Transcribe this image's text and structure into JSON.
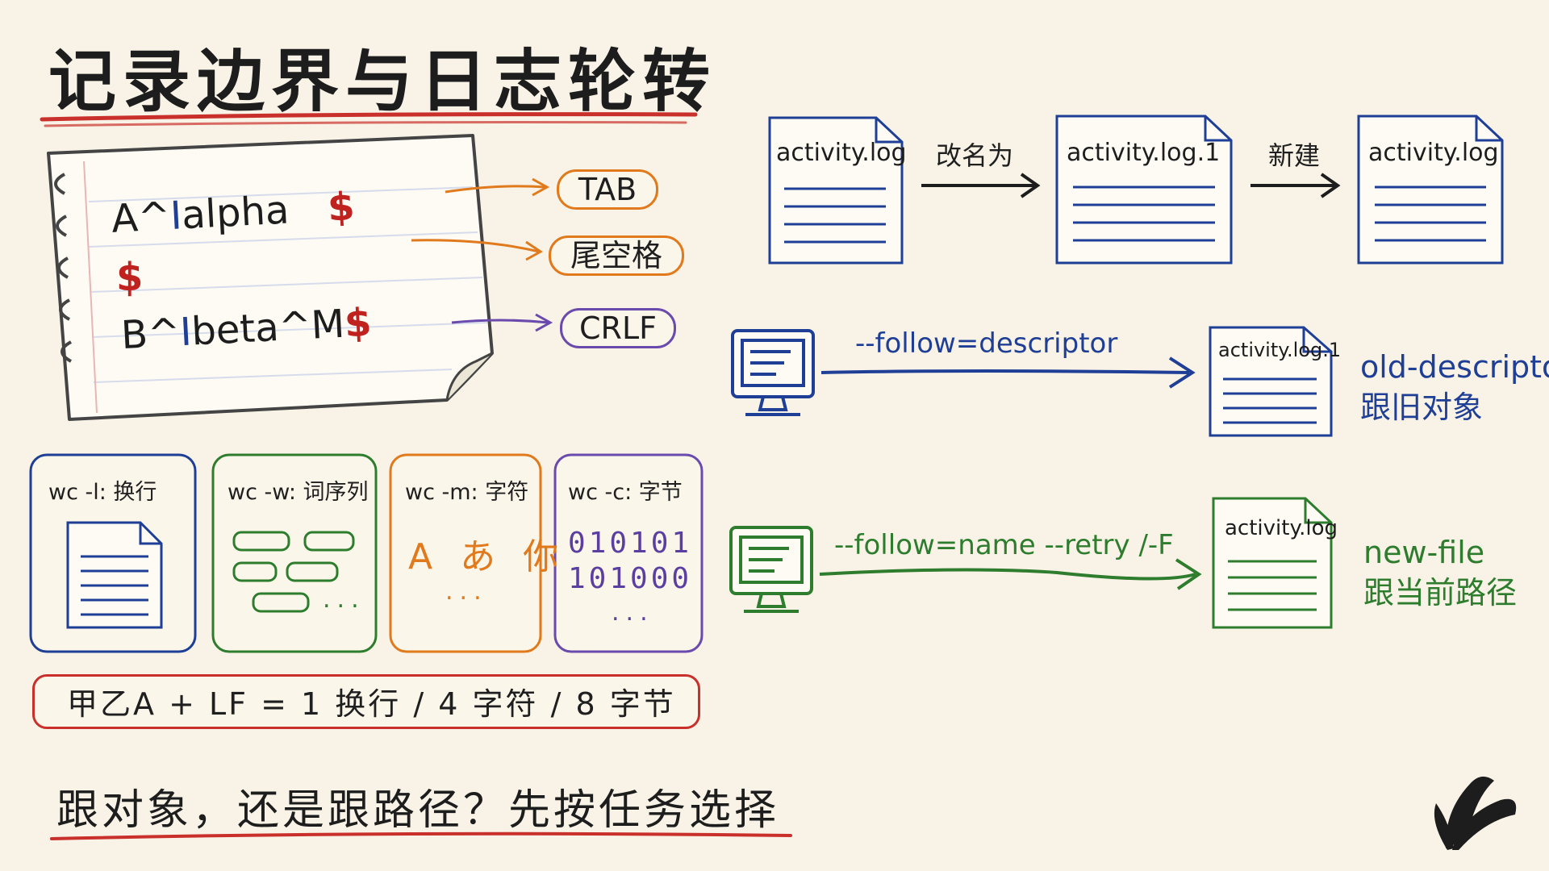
{
  "title": "记录边界与日志轮转",
  "notepad": {
    "line1": {
      "a": "A",
      "caret": "^",
      "i": "I",
      "rest": "alpha",
      "dollar": "$"
    },
    "line2": {
      "dollar": "$"
    },
    "line3": {
      "b": "B",
      "caret": "^",
      "i": "I",
      "rest": "beta^M",
      "dollar": "$"
    }
  },
  "pills": {
    "tab": "TAB",
    "trailing_space": "尾空格",
    "crlf": "CRLF"
  },
  "cards": [
    {
      "label": "wc -l: 换行"
    },
    {
      "label": "wc -w: 词序列",
      "dots": "..."
    },
    {
      "label": "wc -m: 字符",
      "chars": "A あ 你",
      "dots": "..."
    },
    {
      "label": "wc -c: 字节",
      "bits1": "010101",
      "bits2": "101000",
      "dots": "..."
    }
  ],
  "summary": "甲乙A + LF = 1 换行 / 4 字符 / 8 字节",
  "bottom_note": "跟对象，还是跟路径？先按任务选择",
  "rotation": {
    "file1": "activity.log",
    "arrow1": "改名为",
    "file2": "activity.log.1",
    "arrow2": "新建",
    "file3": "activity.log"
  },
  "follow_descriptor": {
    "option": "--follow=descriptor",
    "file": "activity.log.1",
    "mode_line1": "old-descriptor",
    "mode_line2": "跟旧对象"
  },
  "follow_name": {
    "option": "--follow=name --retry /-F",
    "file": "activity.log",
    "mode_line1": "new-file",
    "mode_line2": "跟当前路径"
  },
  "colors": {
    "red": "#c9302b",
    "orange": "#e07a1c",
    "purple": "#6a4aad",
    "blue": "#1f3f96",
    "green": "#2e7d2e",
    "ink": "#1d1d1d"
  }
}
